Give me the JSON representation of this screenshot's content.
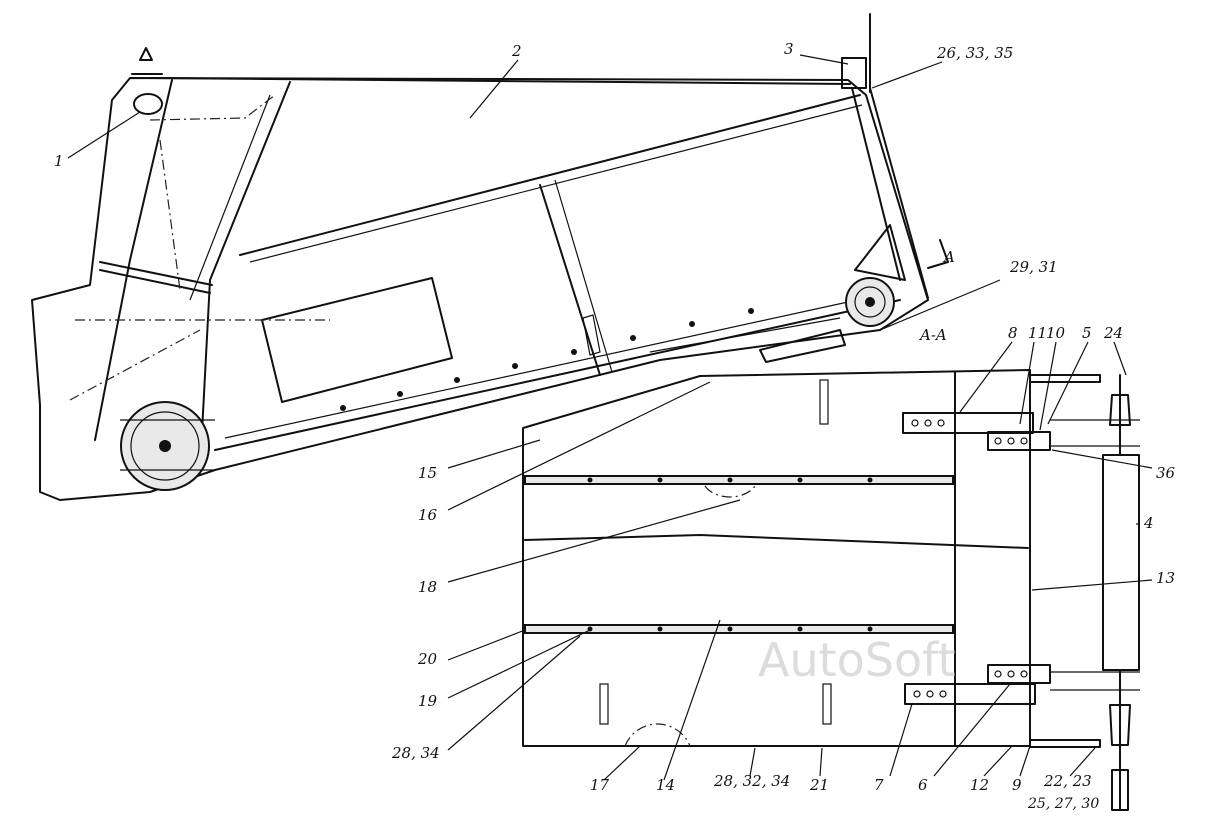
{
  "watermark": "AutoSoft",
  "section_label": "A-A",
  "section_marker": "A",
  "callouts": {
    "c1": "1",
    "c2": "2",
    "c3": "3",
    "c4": "4",
    "c5": "5",
    "c6": "6",
    "c7": "7",
    "c8": "8",
    "c9": "9",
    "c10": "10",
    "c11": "11",
    "c12": "12",
    "c13": "13",
    "c14": "14",
    "c15": "15",
    "c16": "16",
    "c17": "17",
    "c18": "18",
    "c19": "19",
    "c20": "20",
    "c21": "21",
    "c24": "24",
    "c36": "36",
    "c26_33_35": "26, 33, 35",
    "c29_31": "29, 31",
    "c28_34": "28, 34",
    "c28_32_34": "28, 32, 34",
    "c22_23": "22, 23",
    "c25_27_30": "25, 27, 30"
  }
}
